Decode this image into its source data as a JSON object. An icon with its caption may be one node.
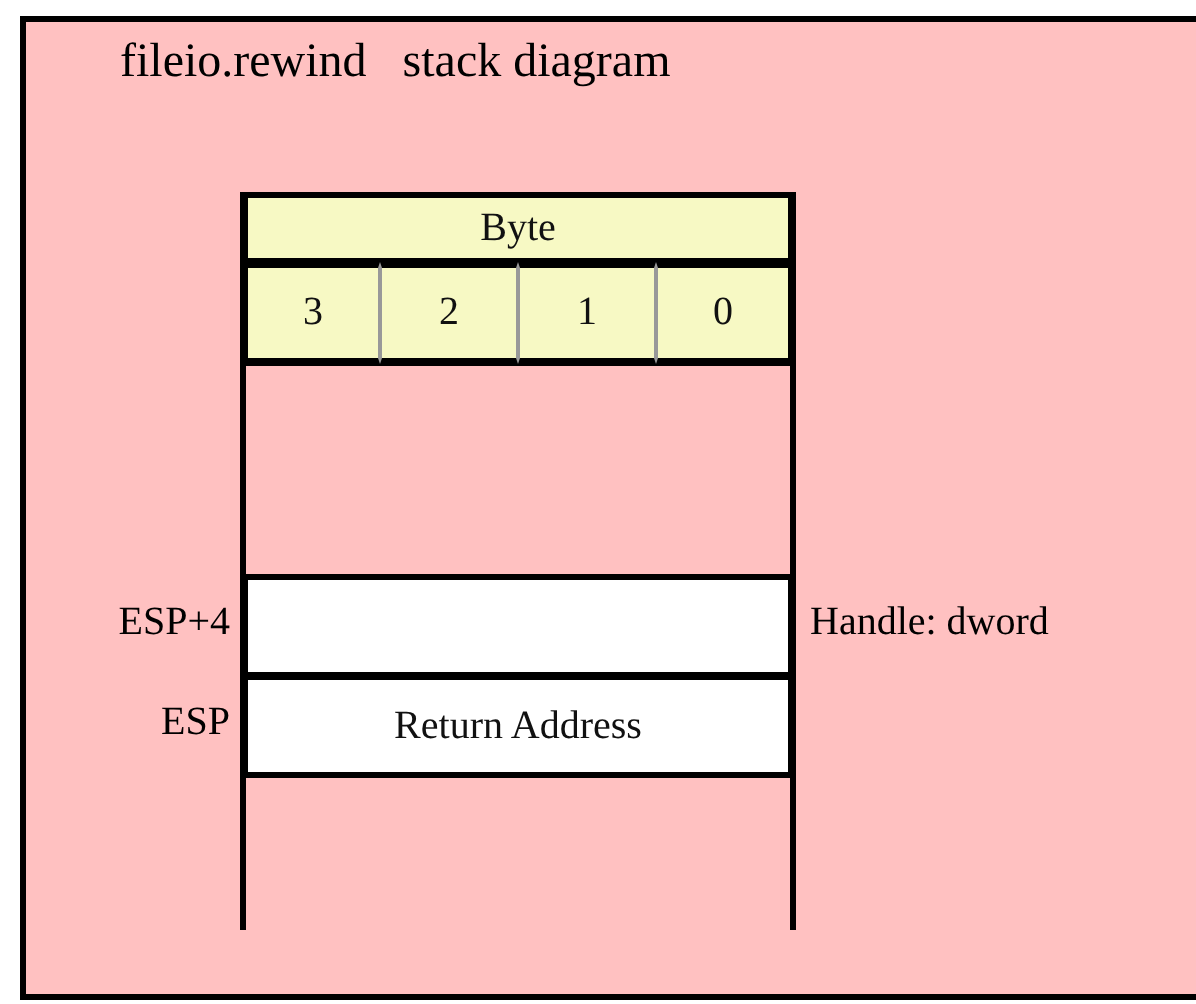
{
  "diagram": {
    "title": "fileio.rewind   stack diagram",
    "nodes": [
      {
        "text": [
          "Byte"
        ]
      },
      {
        "text": [
          "3"
        ]
      },
      {
        "text": [
          "2"
        ]
      },
      {
        "text": [
          "1"
        ]
      },
      {
        "text": [
          "0"
        ]
      },
      {
        "text": [],
        "shape": "box",
        "beside": [
          "ESP+4",
          "Handle: dword"
        ]
      },
      {
        "text": [
          "Return Address"
        ],
        "beside": [
          "ESP"
        ]
      }
    ]
  }
}
